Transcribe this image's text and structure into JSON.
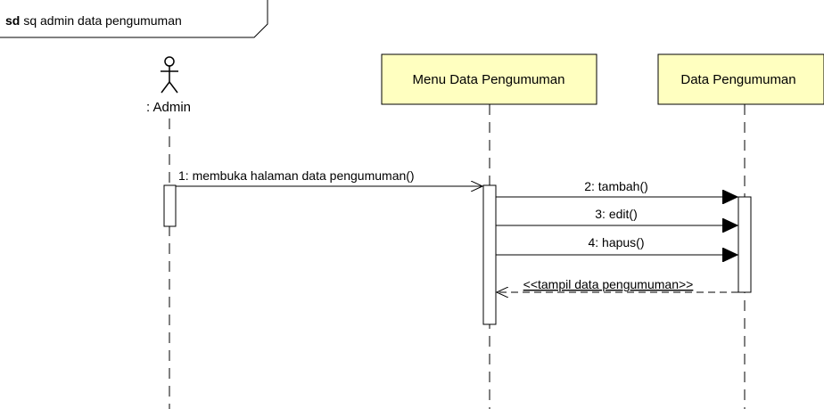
{
  "frame": {
    "keyword": "sd",
    "name": "sq admin data pengumuman"
  },
  "lifelines": {
    "actor": {
      "label": ": Admin"
    },
    "menu": {
      "label": "Menu Data Pengumuman"
    },
    "data": {
      "label": "Data Pengumuman"
    }
  },
  "messages": {
    "m1": "1: membuka halaman data pengumuman()",
    "m2": "2: tambah()",
    "m3": "3: edit()",
    "m4": "4: hapus()",
    "m5": "<<tampil data pengumuman>>"
  },
  "colors": {
    "box_fill": "#ffffc0",
    "line": "#000000",
    "frame_border": "#000000"
  }
}
